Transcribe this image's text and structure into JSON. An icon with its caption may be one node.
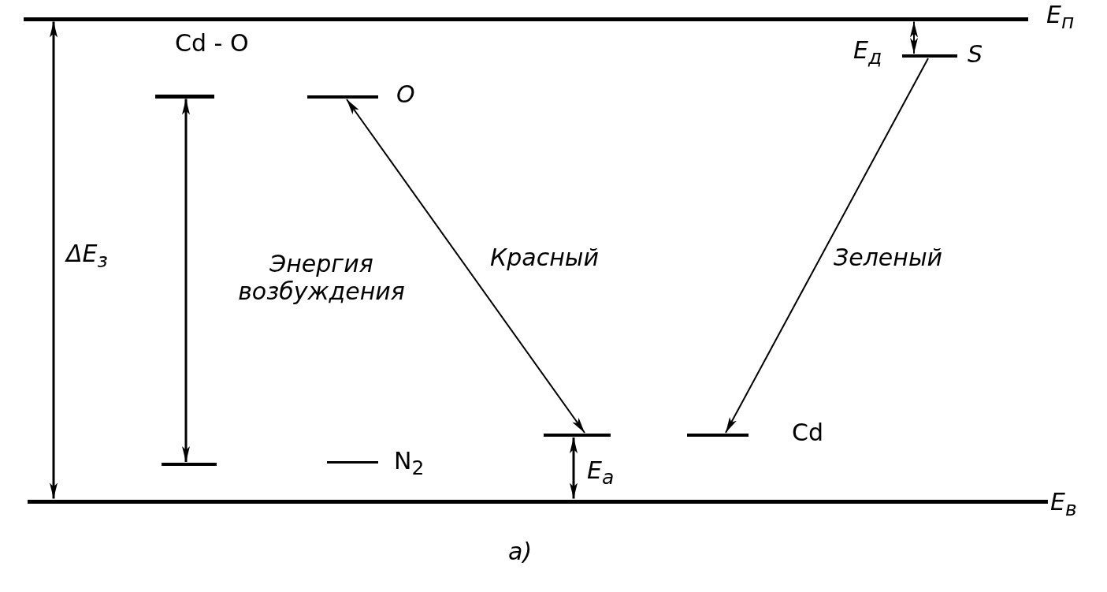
{
  "diagram": {
    "caption": "a)",
    "nodes": [
      {
        "text": [],
        "shape": "bar",
        "beside": [
          "E$_{п}$"
        ]
      },
      {
        "text": [],
        "shape": "bar",
        "beside": [
          "E$_{в}$"
        ]
      },
      {
        "text": [],
        "shape": "bar"
      },
      {
        "text": [],
        "shape": "bar",
        "beside": [
          "O"
        ]
      },
      {
        "text": [],
        "shape": "bar",
        "beside": [
          "S"
        ]
      },
      {
        "text": [],
        "shape": "bar"
      },
      {
        "text": [],
        "shape": "bar",
        "beside": [
          "N$_{2}$"
        ]
      },
      {
        "text": [],
        "shape": "bar"
      },
      {
        "text": [],
        "shape": "bar",
        "beside": [
          "Cd"
        ]
      }
    ],
    "edges": [
      {
        "from": 0,
        "to": 1,
        "arrow": "both",
        "label": "ΔE$_{з}$"
      },
      {
        "from": 0,
        "to": 4,
        "arrow": "both",
        "label": "E$_{д}$"
      },
      {
        "from": 2,
        "to": 5,
        "arrow": "both",
        "label": "Энергия возбуждения"
      },
      {
        "from": 3,
        "to": 7,
        "arrow": "both",
        "label": "Красный"
      },
      {
        "from": 4,
        "to": 8,
        "arrow": "to",
        "label": "Зеленый"
      },
      {
        "from": 7,
        "to": 1,
        "arrow": "both",
        "label": "E$_{a}$"
      }
    ],
    "labels": [
      "Cd - O"
    ]
  }
}
